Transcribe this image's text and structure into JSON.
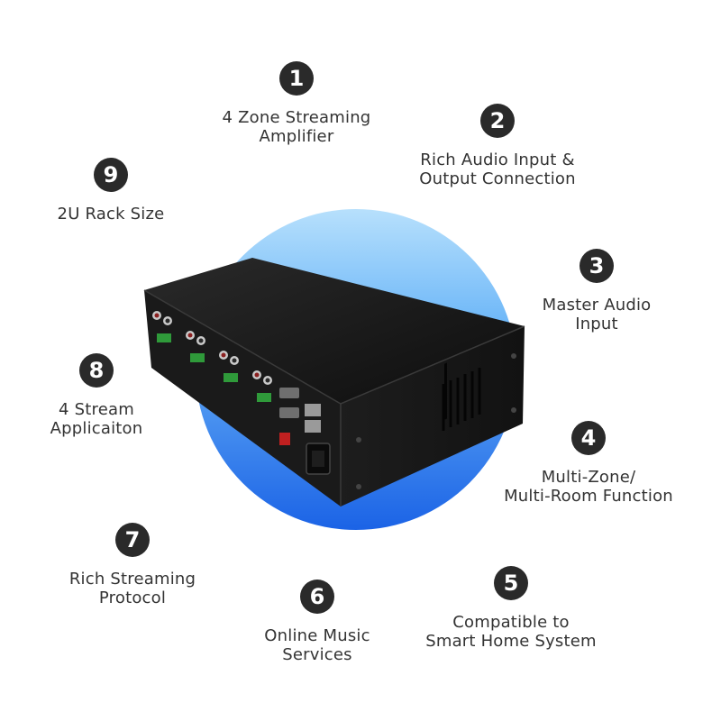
{
  "colors": {
    "circle_light": "#a8d8fb",
    "circle_dark": "#1f6ee8",
    "badge": "#2a2a2a",
    "chassis": "#161616"
  },
  "product": {
    "icon": "rack-amplifier-icon"
  },
  "features": [
    {
      "number": "1",
      "line1": "4 Zone Streaming",
      "line2": "Amplifier"
    },
    {
      "number": "2",
      "line1": "Rich Audio Input &",
      "line2": "Output Connection"
    },
    {
      "number": "3",
      "line1": "Master Audio",
      "line2": "Input"
    },
    {
      "number": "4",
      "line1": "Multi-Zone/",
      "line2": "Multi-Room Function"
    },
    {
      "number": "5",
      "line1": "Compatible to",
      "line2": "Smart Home System"
    },
    {
      "number": "6",
      "line1": "Online Music",
      "line2": "Services"
    },
    {
      "number": "7",
      "line1": "Rich Streaming",
      "line2": "Protocol"
    },
    {
      "number": "8",
      "line1": "4 Stream",
      "line2": "Applicaiton"
    },
    {
      "number": "9",
      "line1": "2U Rack Size",
      "line2": ""
    }
  ]
}
